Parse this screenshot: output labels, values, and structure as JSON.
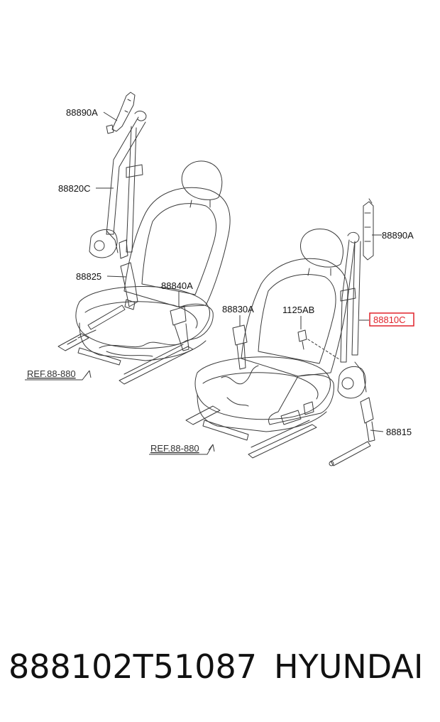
{
  "diagram": {
    "labels": {
      "l1": "88890A",
      "l2": "88820C",
      "l3": "88825",
      "l4": "88840A",
      "l5": "88830A",
      "l6": "1125AB",
      "l7": "88810C",
      "l8": "88890A",
      "l9": "88815",
      "ref1": "REF.88-880",
      "ref2": "REF.88-880"
    },
    "highlight_color": "#e0242c"
  },
  "footer": {
    "part_number": "888102T51087",
    "brand": "HYUNDAI"
  }
}
